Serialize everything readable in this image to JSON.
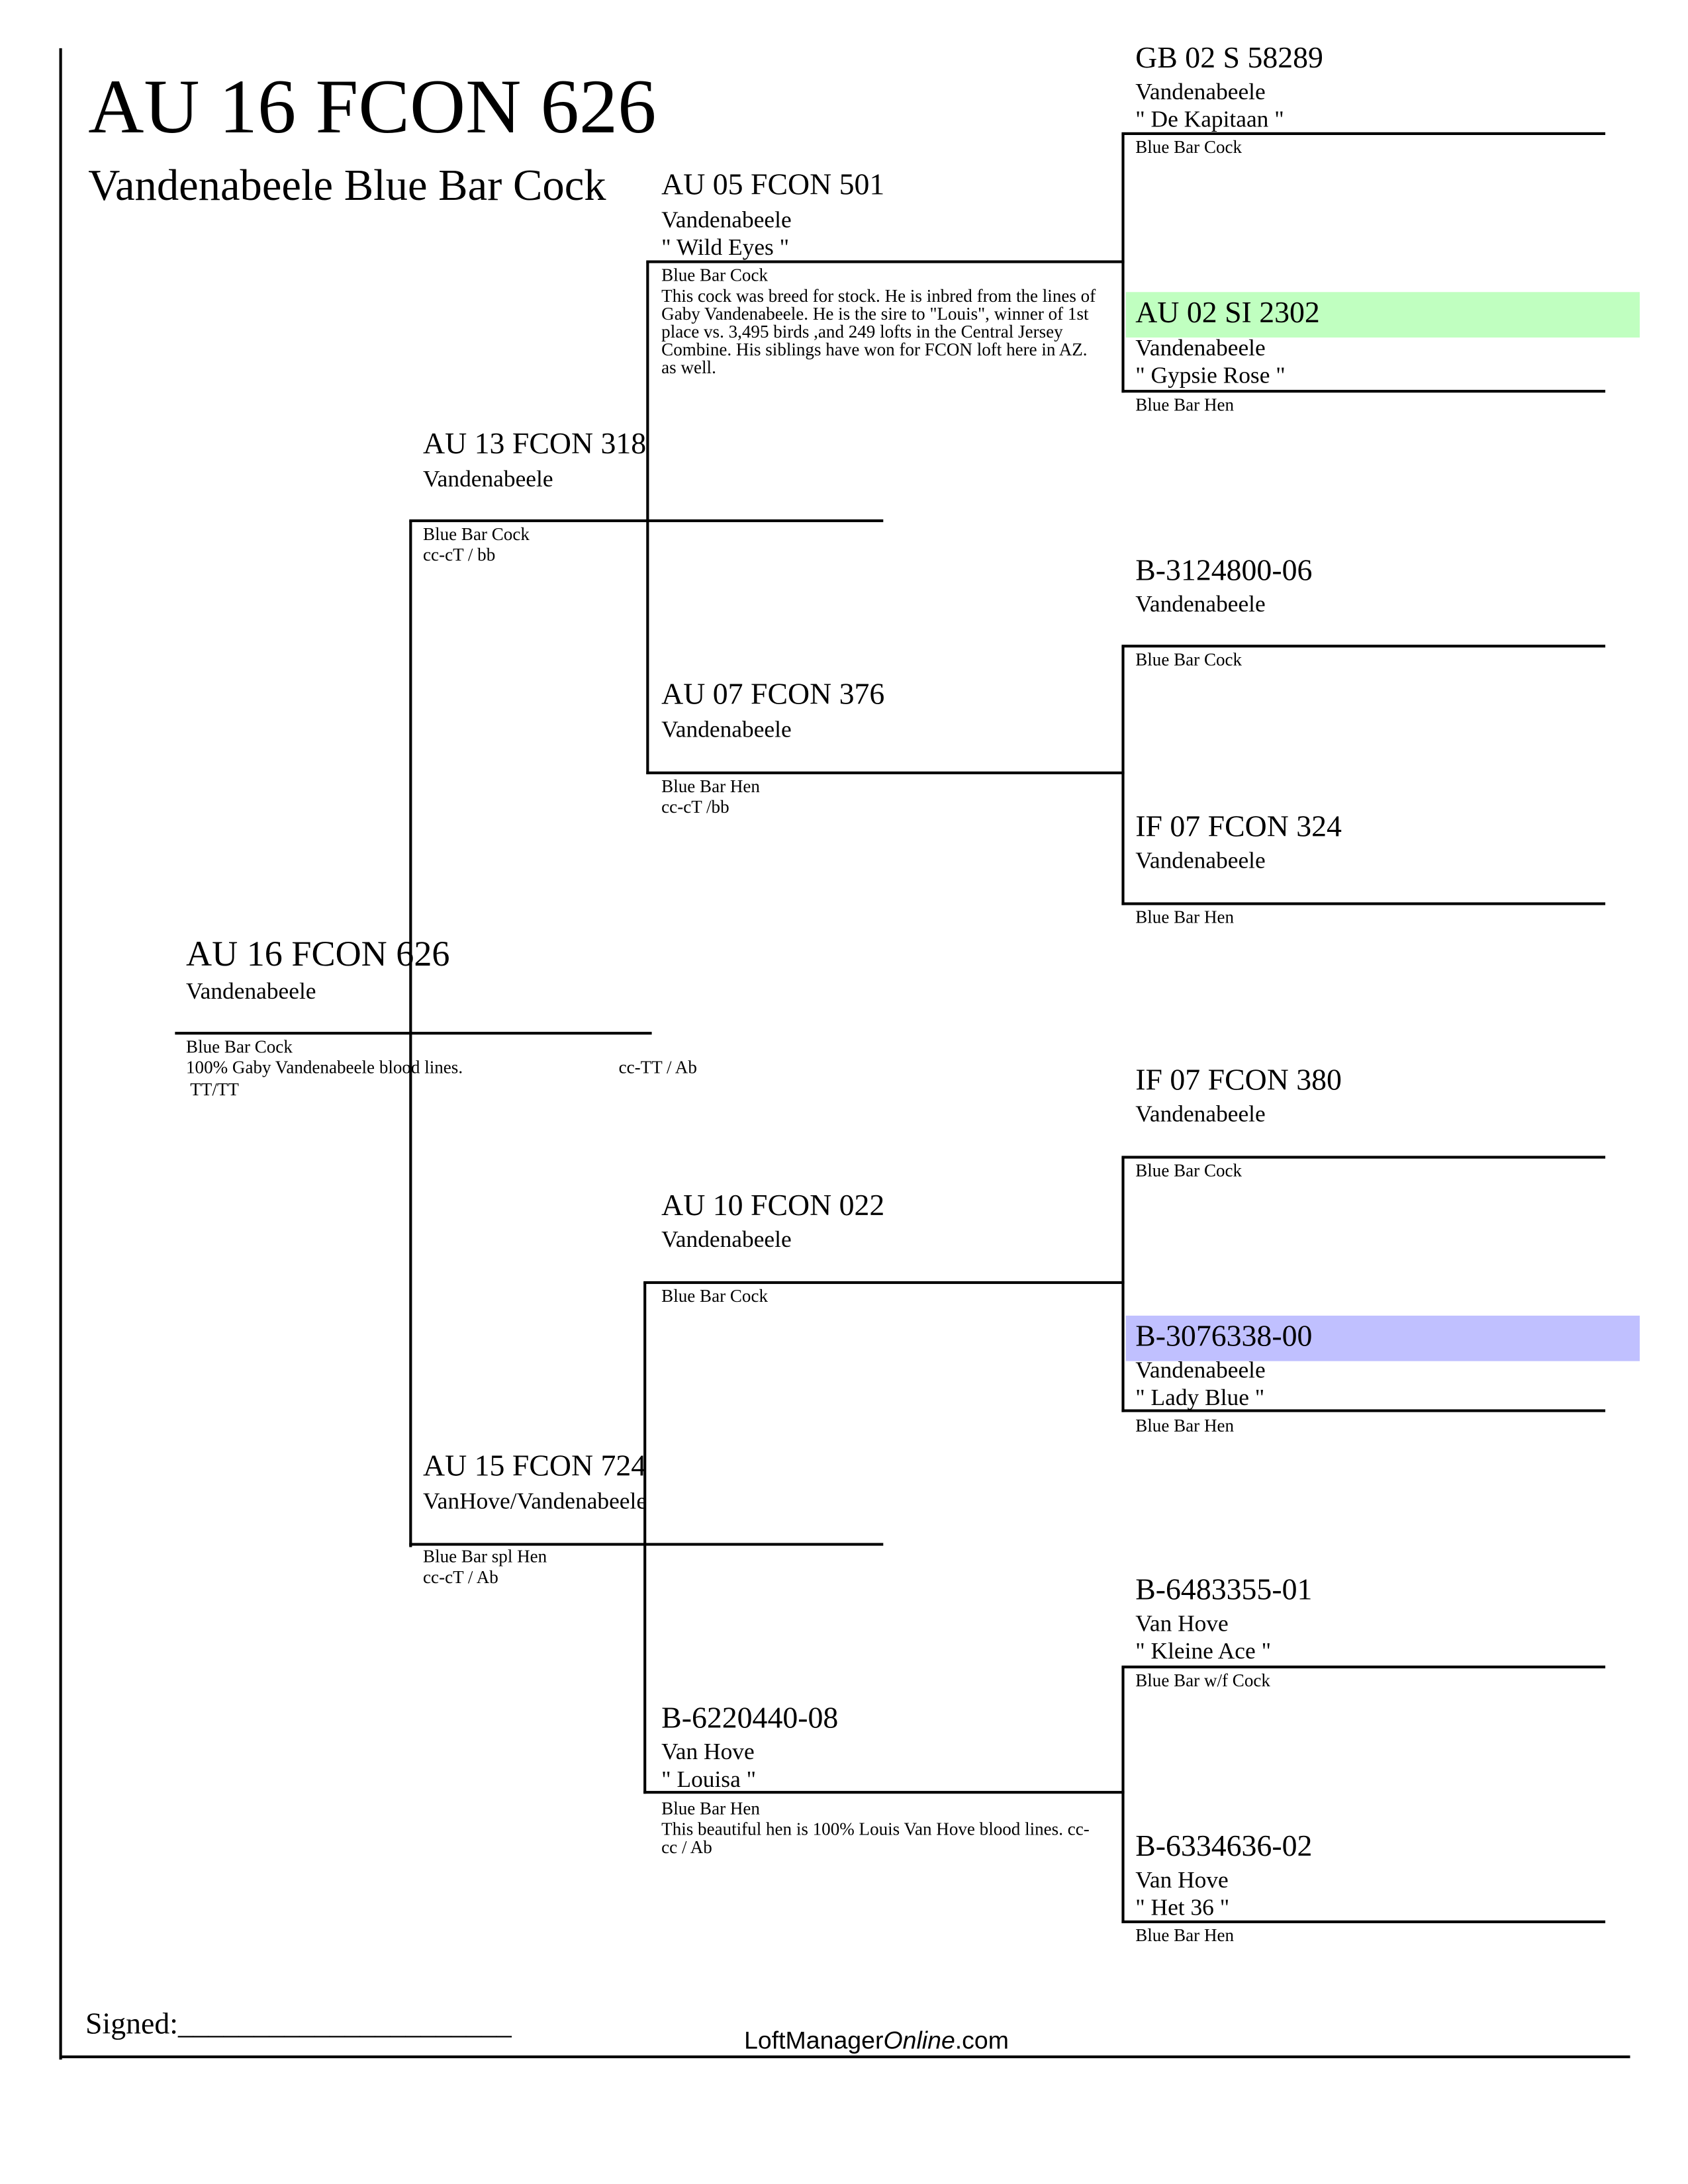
{
  "header": {
    "ring": "AU 16 FCON 626",
    "name": "Vandenabeele Blue Bar Cock"
  },
  "colors": {
    "highlight_green": "#c0ffc0",
    "highlight_blue": "#c0c0ff"
  },
  "subject": {
    "ring": "AU 16 FCON 626",
    "strain": "Vandenabeele",
    "color": "Blue Bar Cock",
    "note": "100% Gaby Vandenabeele blood lines.",
    "genetics": "cc-TT / Ab",
    "note2": "TT/TT"
  },
  "sire": {
    "ring": "AU 13 FCON 318",
    "strain": "Vandenabeele",
    "color": "Blue Bar Cock",
    "genetics": "cc-cT / bb"
  },
  "dam": {
    "ring": "AU 15 FCON 724",
    "strain": "VanHove/Vandenabeele",
    "color": "Blue Bar spl Hen",
    "genetics": "cc-cT / Ab"
  },
  "ss": {
    "ring": "AU 05 FCON 501",
    "strain": "Vandenabeele",
    "name": "\" Wild Eyes \"",
    "color": "Blue Bar Cock",
    "note": "This cock was breed for stock. He is inbred from the lines of Gaby Vandenabeele. He is the sire to \"Louis\", winner of 1st place vs. 3,495 birds ,and 249 lofts in the Central Jersey Combine. His siblings have won for FCON loft here in AZ. as well."
  },
  "sd": {
    "ring": "AU 07 FCON 376",
    "strain": "Vandenabeele",
    "color": "Blue Bar Hen",
    "genetics": "cc-cT /bb"
  },
  "ds": {
    "ring": "AU 10 FCON 022",
    "strain": "Vandenabeele",
    "color": "Blue Bar Cock"
  },
  "dd": {
    "ring": "B-6220440-08",
    "strain": "Van Hove",
    "name": "\" Louisa \"",
    "color": "Blue Bar Hen",
    "note": "This beautiful hen is 100% Louis Van Hove blood lines. cc-cc / Ab"
  },
  "sss": {
    "ring": "GB 02 S 58289",
    "strain": "Vandenabeele",
    "name": "\" De Kapitaan \"",
    "color": "Blue Bar Cock"
  },
  "ssd": {
    "ring": "AU 02 SI 2302",
    "strain": "Vandenabeele",
    "name": "\" Gypsie Rose \"",
    "color": "Blue Bar Hen"
  },
  "sds": {
    "ring": "B-3124800-06",
    "strain": "Vandenabeele",
    "color": "Blue Bar Cock"
  },
  "sdd": {
    "ring": "IF 07 FCON 324",
    "strain": "Vandenabeele",
    "color": "Blue Bar Hen"
  },
  "dss": {
    "ring": "IF 07 FCON 380",
    "strain": "Vandenabeele",
    "color": "Blue Bar Cock"
  },
  "dsd": {
    "ring": "B-3076338-00",
    "strain": "Vandenabeele",
    "name": "\" Lady Blue \"",
    "color": "Blue Bar Hen"
  },
  "dds": {
    "ring": "B-6483355-01",
    "strain": "Van Hove",
    "name": "\" Kleine Ace \"",
    "color": "Blue Bar w/f Cock"
  },
  "ddd": {
    "ring": "B-6334636-02",
    "strain": "Van Hove",
    "name": "\" Het 36 \"",
    "color": "Blue Bar Hen"
  },
  "footer": {
    "signed": "Signed:______________________",
    "brand_a": "LoftManager",
    "brand_b": "Online",
    "brand_c": ".com"
  }
}
